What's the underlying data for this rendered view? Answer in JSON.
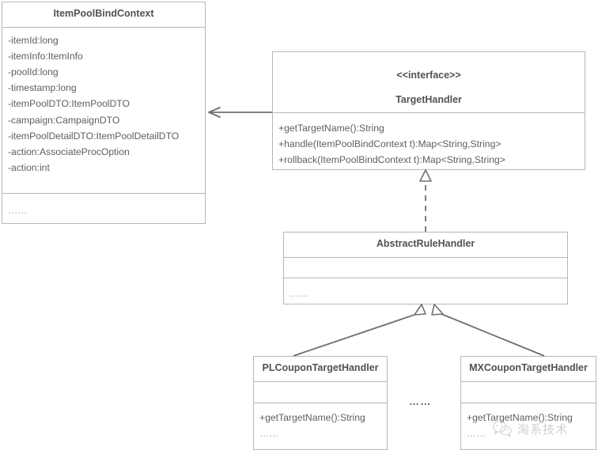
{
  "diagram": {
    "type": "uml-class-diagram",
    "classes": [
      {
        "id": "item-pool-bind-context",
        "name": "ItemPoolBindContext",
        "stereotype": "",
        "attributes": [
          "-itemId:long",
          "-itemInfo:ItemInfo",
          "-poolId:long",
          "-timestamp:long",
          "-itemPoolDTO:ItemPoolDTO",
          "-campaign:CampaignDTO",
          "-itemPoolDetailDTO:ItemPoolDetailDTO",
          "-action:AssociateProcOption",
          "-action:int"
        ],
        "operations": [
          "……"
        ]
      },
      {
        "id": "target-handler",
        "name": "TargetHandler",
        "stereotype": "<<interface>>",
        "attributes": [],
        "operations": [
          "+getTargetName():String",
          "+handle(ItemPoolBindContext t):Map<String,String>",
          "+rollback(ItemPoolBindContext t):Map<String,String>"
        ]
      },
      {
        "id": "abstract-rule-handler",
        "name": "AbstractRuleHandler",
        "stereotype": "",
        "attributes": [],
        "operations": [
          "……"
        ]
      },
      {
        "id": "pl-coupon-target-handler",
        "name": "PLCouponTargetHandler",
        "stereotype": "",
        "attributes": [],
        "operations": [
          "+getTargetName():String",
          "……"
        ]
      },
      {
        "id": "mx-coupon-target-handler",
        "name": "MXCouponTargetHandler",
        "stereotype": "",
        "attributes": [],
        "operations": [
          "+getTargetName():String",
          "……"
        ]
      }
    ],
    "separator_dots": "……",
    "relations": [
      {
        "kind": "dependency",
        "from": "target-handler",
        "to": "item-pool-bind-context",
        "line": "solid",
        "arrow": "open"
      },
      {
        "kind": "realization",
        "from": "abstract-rule-handler",
        "to": "target-handler",
        "line": "dashed",
        "arrow": "hollow-triangle"
      },
      {
        "kind": "generalization",
        "from": "pl-coupon-target-handler",
        "to": "abstract-rule-handler",
        "line": "solid",
        "arrow": "hollow-triangle"
      },
      {
        "kind": "generalization",
        "from": "mx-coupon-target-handler",
        "to": "abstract-rule-handler",
        "line": "solid",
        "arrow": "hollow-triangle"
      }
    ]
  },
  "watermark": {
    "text": "淘系技术",
    "logo": "wechat-icon"
  },
  "colors": {
    "border": "#b3b8bd",
    "text": "#555b60",
    "title": "#4d5356",
    "connector": "#6b7075",
    "background": "#ffffff"
  }
}
